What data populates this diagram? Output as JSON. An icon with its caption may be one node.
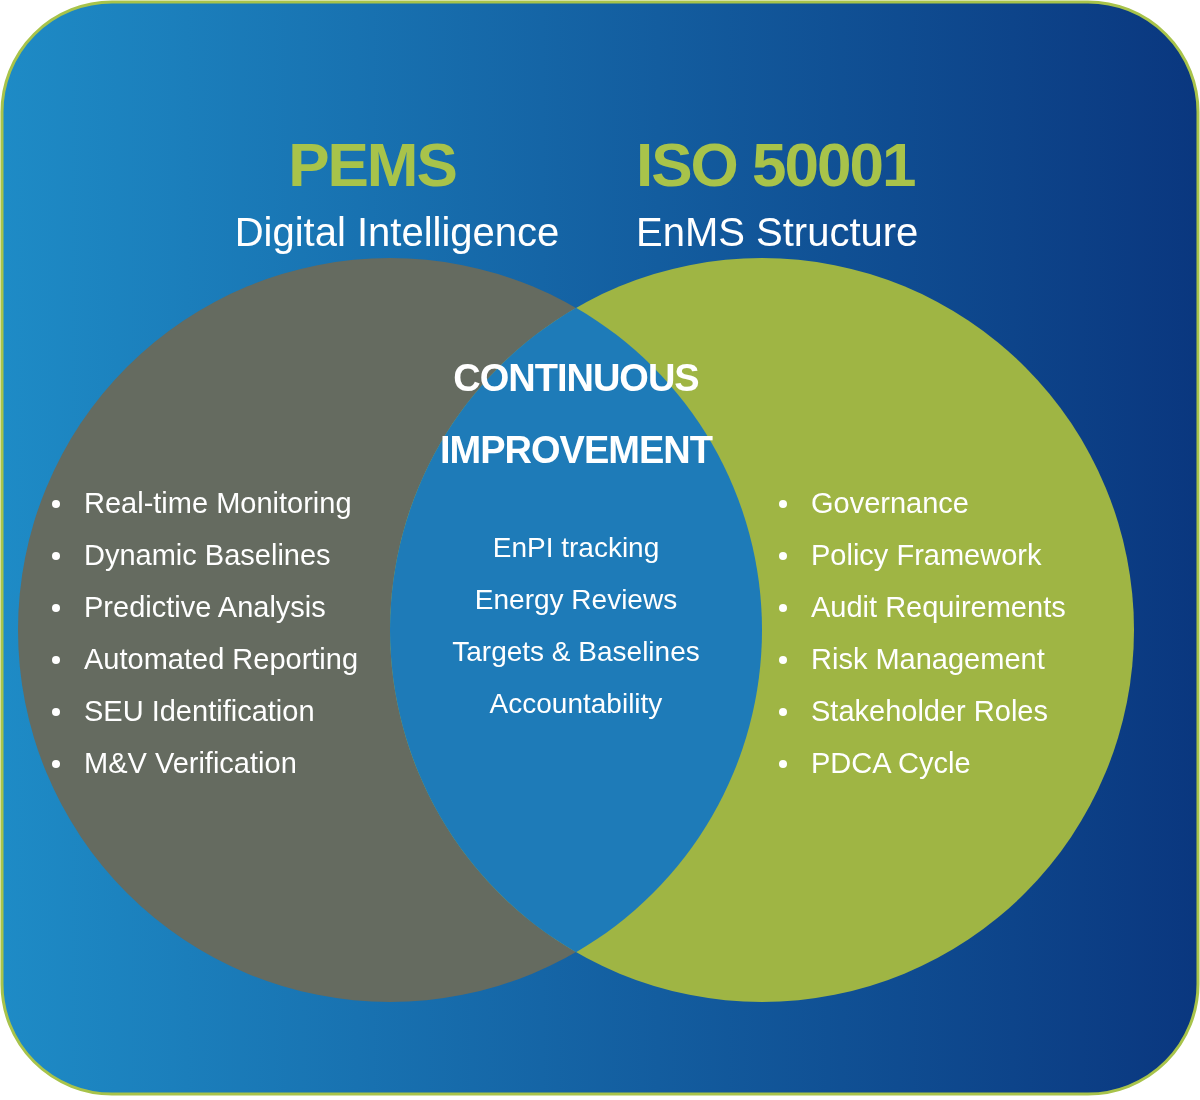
{
  "diagram": {
    "nodes": [
      {
        "text": [
          "PEMS",
          "Digital Intelligence",
          "Real-time Monitoring",
          "Dynamic Baselines",
          "Predictive Analysis",
          "Automated Reporting",
          "SEU Identification",
          "M&V Verification"
        ]
      },
      {
        "text": [
          "ISO 50001",
          "EnMS Structure",
          "Governance",
          "Policy Framework",
          "Audit Requirements",
          "Risk Management",
          "Stakeholder Roles",
          "PDCA Cycle"
        ]
      },
      {
        "text": [
          "CONTINUOUS IMPROVEMENT",
          "EnPI tracking",
          "Energy Reviews",
          "Targets & Baselines",
          "Accountability"
        ]
      }
    ],
    "edges": []
  }
}
